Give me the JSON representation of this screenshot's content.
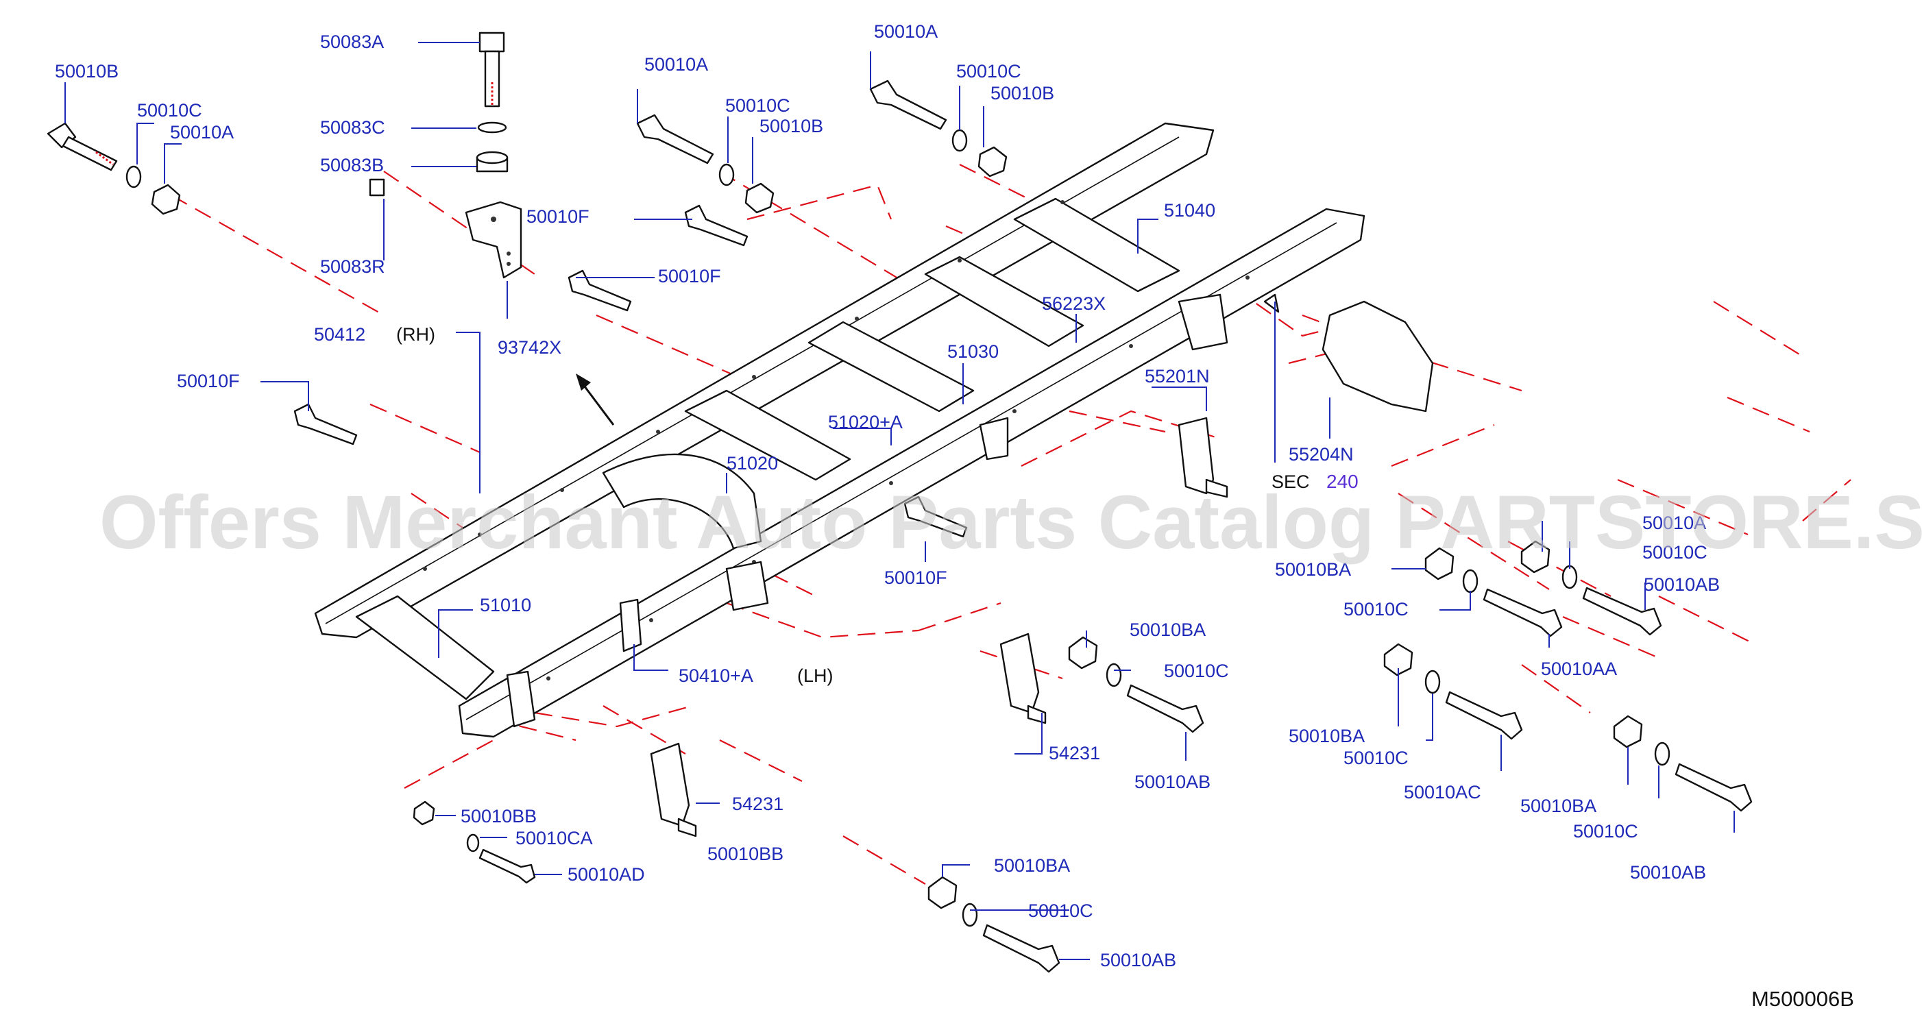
{
  "labels": {
    "l_50010B_1": "50010B",
    "l_50010C_1": "50010C",
    "l_50010A_1": "50010A",
    "l_50083A": "50083A",
    "l_50083C": "50083C",
    "l_50083B": "50083B",
    "l_50083R": "50083R",
    "l_50010F_1": "50010F",
    "l_50010F_2": "50010F",
    "l_93742X": "93742X",
    "l_50412": "50412",
    "l_RH": "(RH)",
    "l_50010A_2": "50010A",
    "l_50010C_2": "50010C",
    "l_50010B_2": "50010B",
    "l_50010A_3": "50010A",
    "l_50010C_3": "50010C",
    "l_50010B_3": "50010B",
    "l_51040": "51040",
    "l_56223X": "56223X",
    "l_51030": "51030",
    "l_51020A": "51020+A",
    "l_51020": "51020",
    "l_50010F_3": "50010F",
    "l_50010F_4": "50010F",
    "l_51010": "51010",
    "l_50410A": "50410+A",
    "l_LH": "(LH)",
    "l_55201N": "55201N",
    "l_55204N": "55204N",
    "l_SEC": "SEC",
    "l_240": "240",
    "l_50010BA_1": "50010BA",
    "l_50010C_4": "50010C",
    "l_50010AA": "50010AA",
    "l_50010A_4": "50010A",
    "l_50010C_5": "50010C",
    "l_50010AB_1": "50010AB",
    "l_50010BA_2": "50010BA",
    "l_50010C_6": "50010C",
    "l_54231_1": "54231",
    "l_50010AB_2": "50010AB",
    "l_50010BA_3": "50010BA",
    "l_50010C_7": "50010C",
    "l_50010AC": "50010AC",
    "l_50010BA_4": "50010BA",
    "l_50010C_8": "50010C",
    "l_50010AB_3": "50010AB",
    "l_50010BB_1": "50010BB",
    "l_50010CA": "50010CA",
    "l_50010AD": "50010AD",
    "l_54231_2": "54231",
    "l_50010BB_2": "50010BB",
    "l_50010BA_5": "50010BA",
    "l_50010C_9": "50010C",
    "l_50010AB_4": "50010AB"
  },
  "diagram_code": "M500006B",
  "watermark": "Offers Merchant Auto Parts Catalog PARTSTORE.SA",
  "colors": {
    "label": "#1f2bb8",
    "dash": "#e0101a",
    "line": "#111111",
    "sec_ref": "#5a2fd6"
  }
}
